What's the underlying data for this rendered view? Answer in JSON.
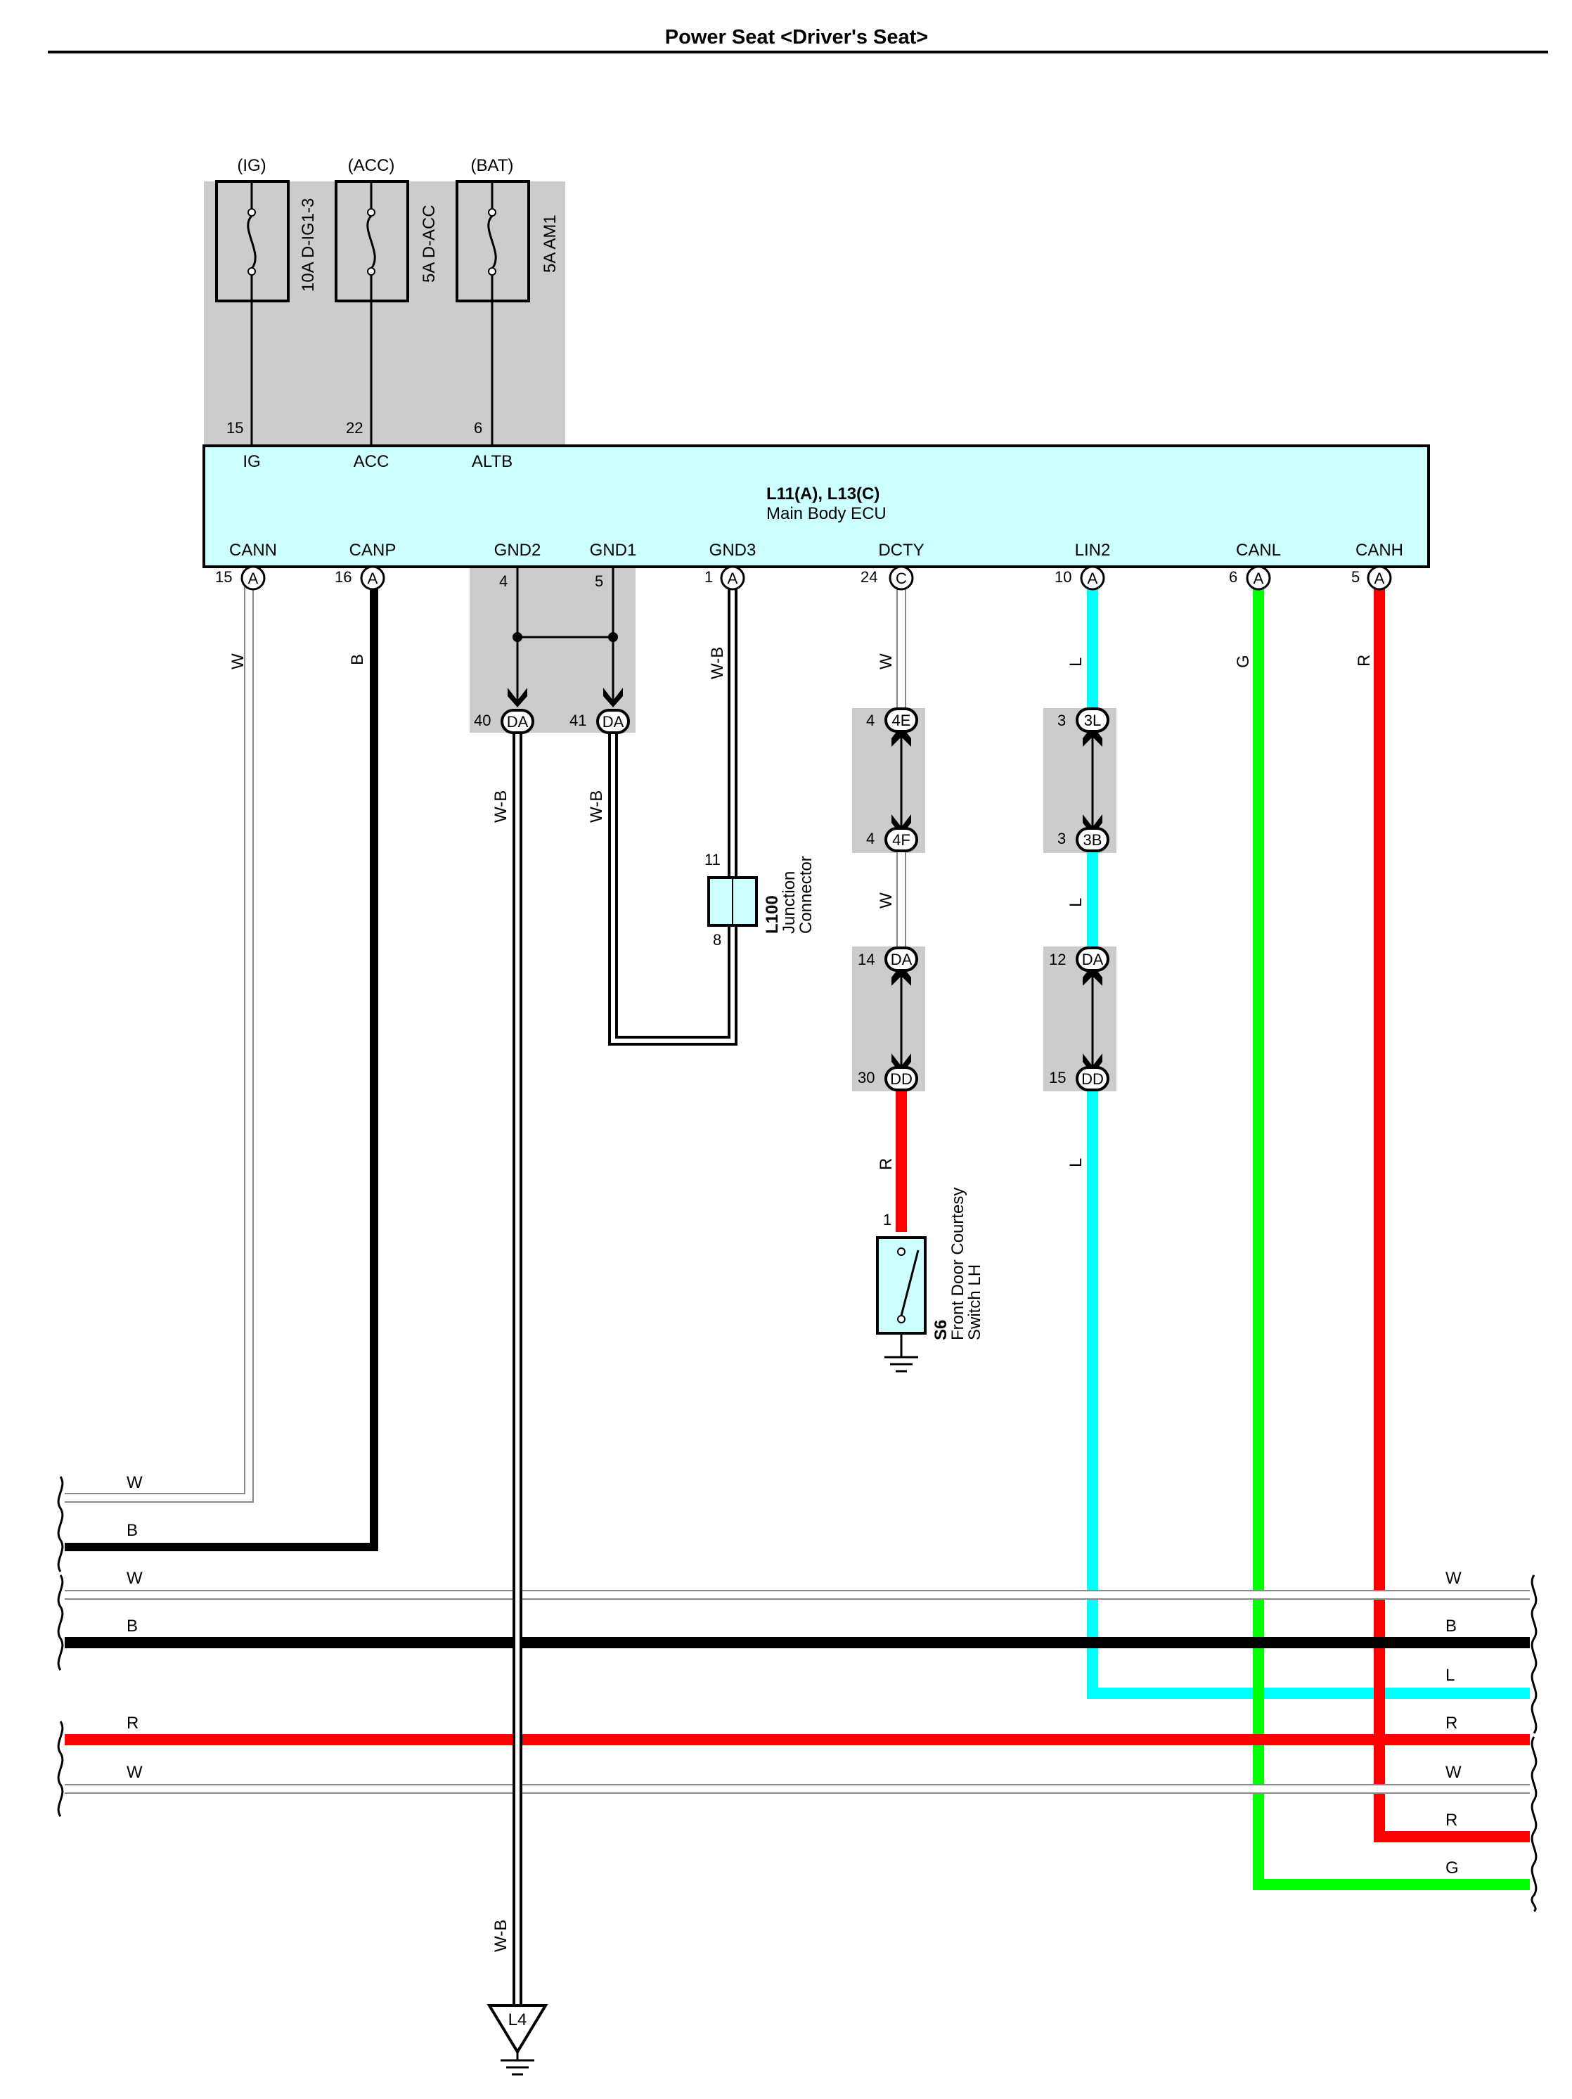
{
  "title": "Power Seat <Driver's Seat>",
  "fuses": [
    {
      "source": "(IG)",
      "rating": "10A D-IG1-3",
      "pin": "15",
      "terminal": "IG"
    },
    {
      "source": "(ACC)",
      "rating": "5A D-ACC",
      "pin": "22",
      "terminal": "ACC"
    },
    {
      "source": "(BAT)",
      "rating": "5A AM1",
      "pin": "6",
      "terminal": "ALTB"
    }
  ],
  "ecu": {
    "id": "L11(A), L13(C)",
    "name": "Main Body ECU",
    "terminals": [
      {
        "name": "CANN",
        "pin": "15",
        "connector": "A",
        "wire": "W"
      },
      {
        "name": "CANP",
        "pin": "16",
        "connector": "A",
        "wire": "B"
      },
      {
        "name": "GND2",
        "pin": "4",
        "connector": "",
        "wire": ""
      },
      {
        "name": "GND1",
        "pin": "5",
        "connector": "",
        "wire": ""
      },
      {
        "name": "GND3",
        "pin": "1",
        "connector": "A",
        "wire": "W-B"
      },
      {
        "name": "DCTY",
        "pin": "24",
        "connector": "C",
        "wire": "W"
      },
      {
        "name": "LIN2",
        "pin": "10",
        "connector": "A",
        "wire": "L"
      },
      {
        "name": "CANL",
        "pin": "6",
        "connector": "A",
        "wire": "G"
      },
      {
        "name": "CANH",
        "pin": "5",
        "connector": "A",
        "wire": "R"
      }
    ]
  },
  "inline_connectors": {
    "gnd2": {
      "pin": "40",
      "code": "DA",
      "wire": "W-B"
    },
    "gnd1": {
      "pin": "41",
      "code": "DA",
      "wire": "W-B"
    },
    "dcty_a": {
      "pin": "4",
      "code": "4E"
    },
    "dcty_b": {
      "pin": "4",
      "code": "4F",
      "wire": "W"
    },
    "dcty_c": {
      "pin": "14",
      "code": "DA"
    },
    "dcty_d": {
      "pin": "30",
      "code": "DD",
      "wire": "R"
    },
    "lin_a": {
      "pin": "3",
      "code": "3L"
    },
    "lin_b": {
      "pin": "3",
      "code": "3B",
      "wire": "L"
    },
    "lin_c": {
      "pin": "12",
      "code": "DA"
    },
    "lin_d": {
      "pin": "15",
      "code": "DD",
      "wire": "L"
    }
  },
  "junction": {
    "id": "L100",
    "name1": "Junction",
    "name2": "Connector",
    "pin_top": "11",
    "pin_bottom": "8"
  },
  "switch": {
    "id": "S6",
    "name1": "Front Door Courtesy",
    "name2": "Switch LH",
    "pin": "1"
  },
  "ground": {
    "id": "L4",
    "wire": "W-B"
  },
  "bus_left": [
    "W",
    "B",
    "W",
    "B",
    "R",
    "W"
  ],
  "bus_right": [
    "W",
    "B",
    "L",
    "R",
    "W",
    "R",
    "G"
  ],
  "colors": {
    "ecu_fill": "#ccffff",
    "shade": "#cccccc",
    "red": "#ff0000",
    "green": "#00ff00",
    "cyan": "#00ffff",
    "black": "#000000"
  }
}
